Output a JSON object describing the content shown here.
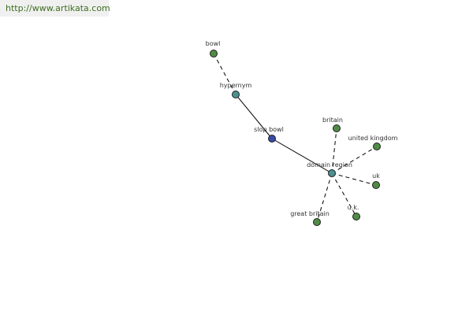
{
  "header": {
    "link_text": "http://www.artikata.com"
  },
  "colors": {
    "center_node": "#3a4aa8",
    "hub_node": "#4d9090",
    "leaf_node": "#4f8c45"
  },
  "graph": {
    "center": "slop bowl",
    "nodes": {
      "bowl": "bowl",
      "hypernym": "hypernym",
      "slop_bowl": "slop bowl",
      "domain_region": "domain region",
      "britain": "britain",
      "united_kingdom": "united kingdom",
      "uk": "uk",
      "u_k": "u.k.",
      "great_britain": "great britain"
    }
  }
}
